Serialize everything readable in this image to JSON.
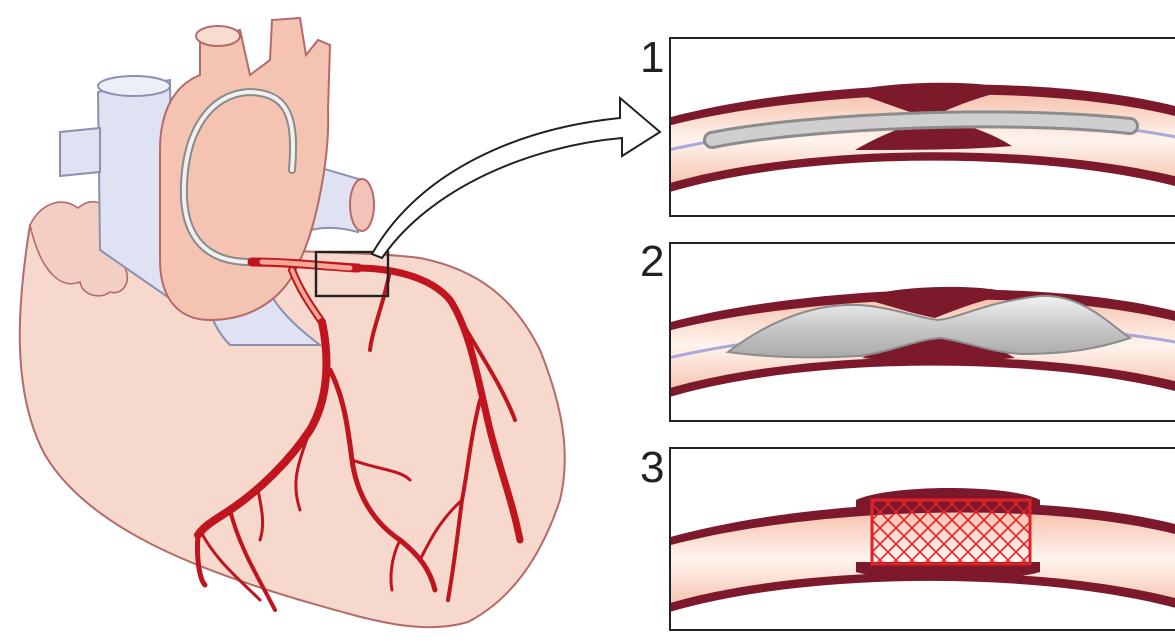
{
  "panels": [
    {
      "label": "1"
    },
    {
      "label": "2"
    },
    {
      "label": "3"
    }
  ],
  "colors": {
    "heart_fill": "#f6d8cc",
    "heart_stroke": "#b46a6a",
    "vessel_blue": "#dfe2f2",
    "aorta_fill": "#f4c3b1",
    "artery_red": "#c0141e",
    "plaque": "#7c1a2c",
    "lumen_light": "#fbe7dc",
    "balloon_gray": "#c8c8c8",
    "stent_red": "#e2202a",
    "guidewire": "#a9a8d6"
  }
}
